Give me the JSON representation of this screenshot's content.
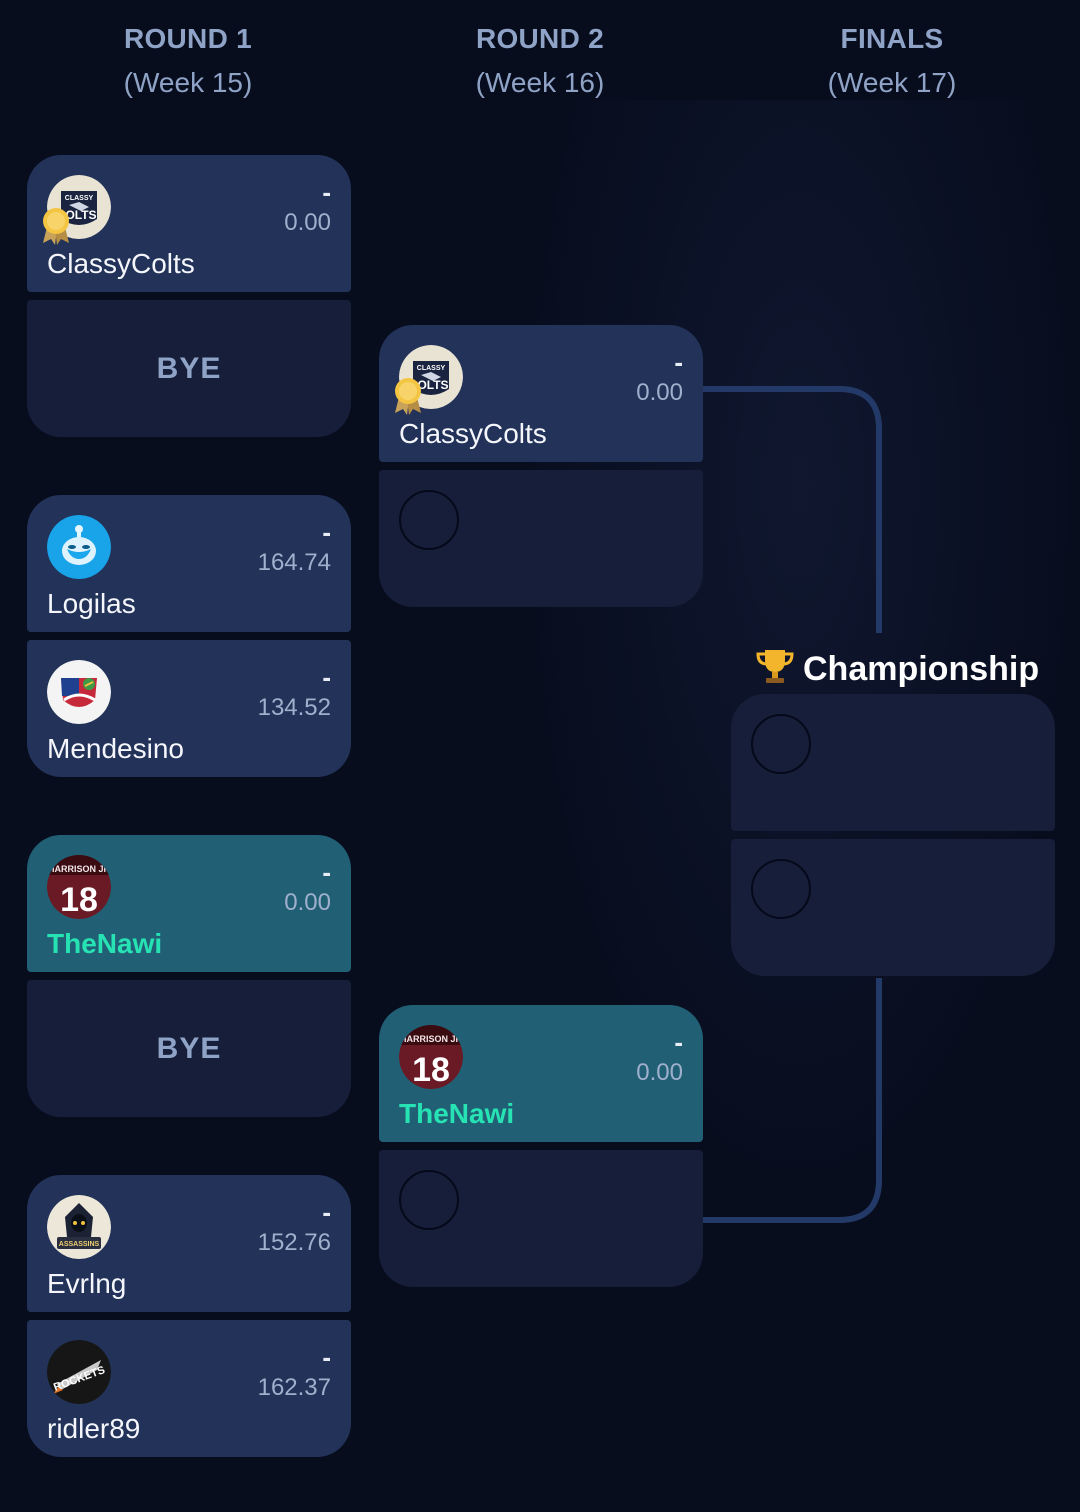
{
  "rounds": [
    {
      "title": "ROUND 1",
      "week": "(Week 15)"
    },
    {
      "title": "ROUND 2",
      "week": "(Week 16)"
    },
    {
      "title": "FINALS",
      "week": "(Week 17)"
    }
  ],
  "matchups": {
    "r1m1": {
      "top": {
        "name": "ClassyColts",
        "seed": "-",
        "score": "0.00",
        "avatar_icon": "classy-colts-logo"
      },
      "bottom": {
        "label": "BYE"
      }
    },
    "r1m2": {
      "top": {
        "name": "Logilas",
        "seed": "-",
        "score": "164.74",
        "avatar_icon": "blue-robot-avatar"
      },
      "bottom": {
        "name": "Mendesino",
        "seed": "-",
        "score": "134.52",
        "avatar_icon": "shield-emblem-avatar"
      }
    },
    "r1m3": {
      "top": {
        "name": "TheNawi",
        "seed": "-",
        "score": "0.00",
        "avatar_icon": "jersey-18-avatar"
      },
      "bottom": {
        "label": "BYE"
      }
    },
    "r1m4": {
      "top": {
        "name": "Evrlng",
        "seed": "-",
        "score": "152.76",
        "avatar_icon": "assassins-logo"
      },
      "bottom": {
        "name": "ridler89",
        "seed": "-",
        "score": "162.37",
        "avatar_icon": "rockets-logo"
      }
    },
    "r2m1": {
      "top": {
        "name": "ClassyColts",
        "seed": "-",
        "score": "0.00",
        "avatar_icon": "classy-colts-logo"
      }
    },
    "r2m2": {
      "top": {
        "name": "TheNawi",
        "seed": "-",
        "score": "0.00",
        "avatar_icon": "jersey-18-avatar"
      }
    }
  },
  "avatar_labels": {
    "classy_top": "CLASSY",
    "classy_bottom": "OLTS",
    "jersey_top": "HARRISON JR",
    "jersey_number": "18",
    "assassins": "ASSASSINS",
    "rockets": "ROCKETS"
  },
  "finals": {
    "label": "Championship",
    "icon": "trophy-icon"
  },
  "colors": {
    "background": "#080d1e",
    "card_filled": "#223258",
    "card_empty": "#161e3a",
    "card_winner": "#215f75",
    "winner_text": "#27e3b4",
    "header_text": "#8fa3c7",
    "connector": "#233a68"
  }
}
